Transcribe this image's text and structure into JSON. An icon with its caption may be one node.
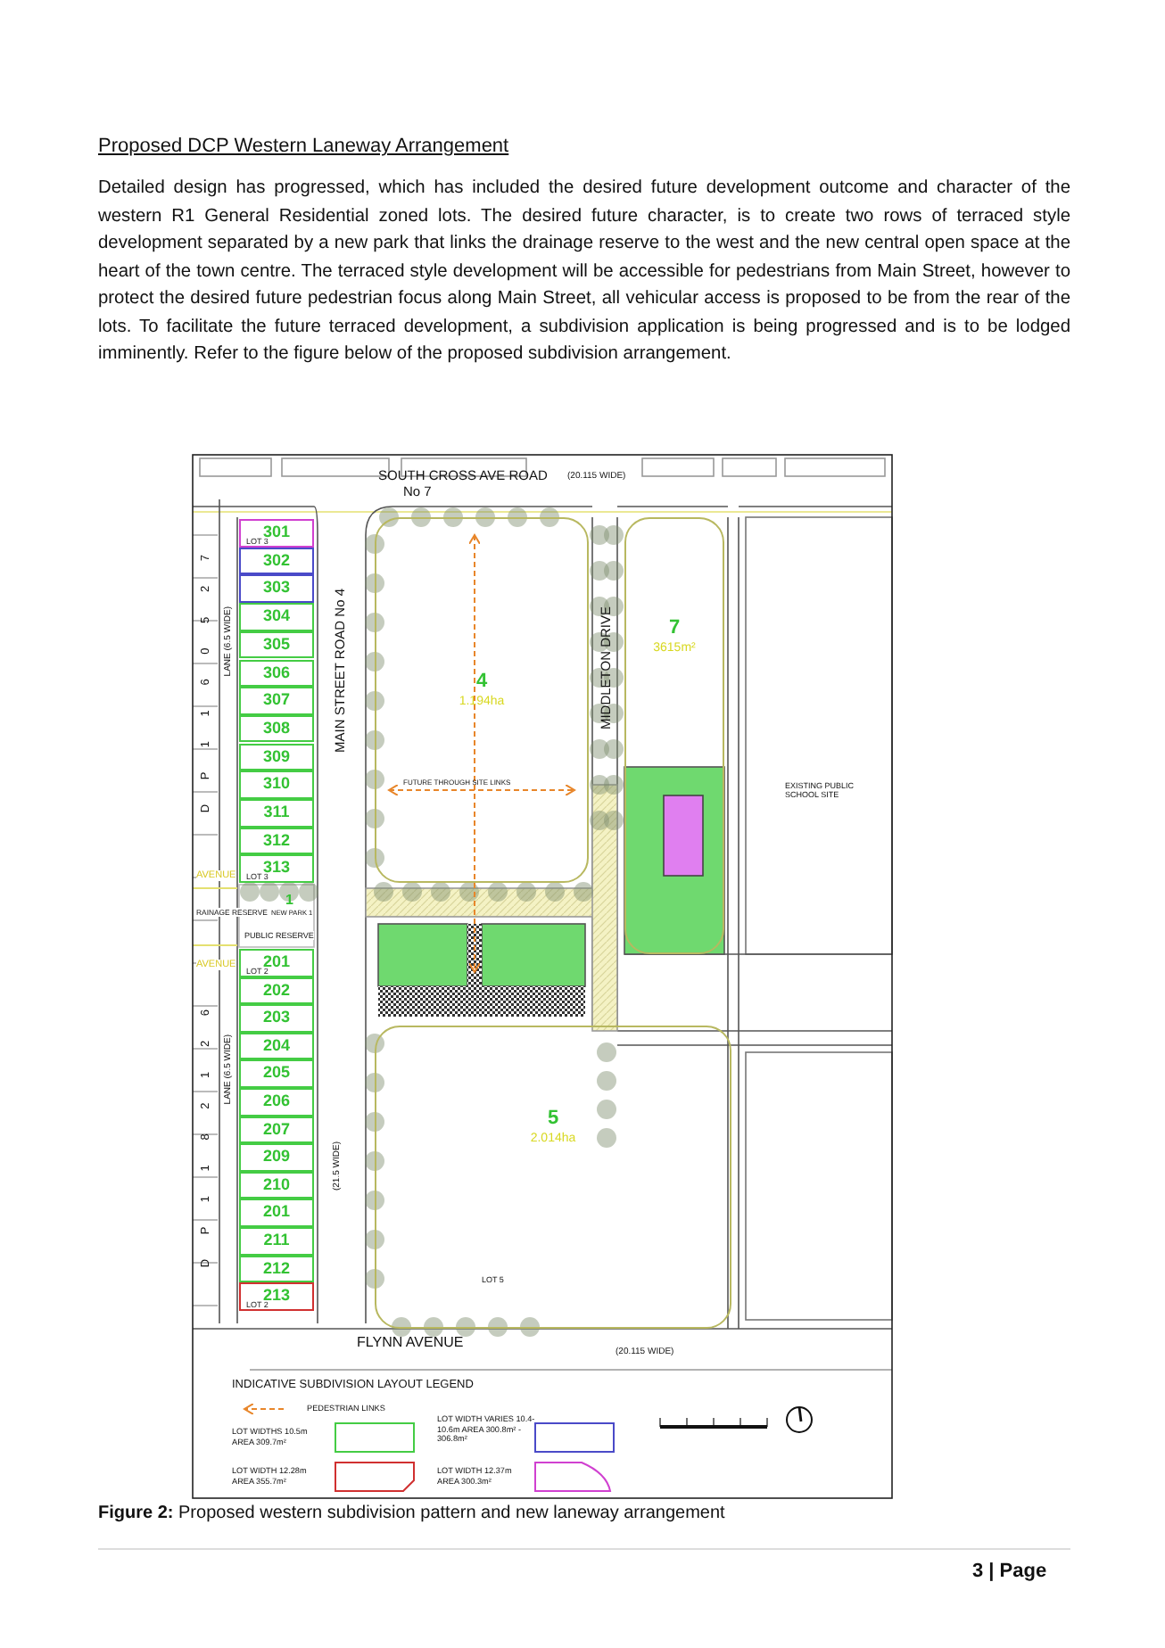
{
  "diagram": {
    "title": "Proposed DCP Western Laneway Arrangement",
    "caption": "**Figure 2:** Proposed western subdivision pattern and new laneway arrangement",
    "nodes": [
      {
        "text": [
          "301",
          "LOT 3"
        ]
      },
      {
        "text": [
          "302"
        ]
      },
      {
        "text": [
          "303"
        ]
      },
      {
        "text": [
          "304"
        ]
      },
      {
        "text": [
          "305"
        ]
      },
      {
        "text": [
          "306"
        ]
      },
      {
        "text": [
          "307"
        ]
      },
      {
        "text": [
          "308"
        ]
      },
      {
        "text": [
          "309"
        ]
      },
      {
        "text": [
          "310"
        ]
      },
      {
        "text": [
          "311"
        ]
      },
      {
        "text": [
          "312"
        ]
      },
      {
        "text": [
          "313",
          "LOT 3"
        ]
      },
      {
        "text": [
          "201",
          "LOT 2"
        ]
      },
      {
        "text": [
          "202"
        ]
      },
      {
        "text": [
          "203"
        ]
      },
      {
        "text": [
          "204"
        ]
      },
      {
        "text": [
          "205"
        ]
      },
      {
        "text": [
          "206"
        ]
      },
      {
        "text": [
          "207"
        ]
      },
      {
        "text": [
          "209"
        ]
      },
      {
        "text": [
          "210"
        ]
      },
      {
        "text": [
          "201"
        ]
      },
      {
        "text": [
          "211"
        ]
      },
      {
        "text": [
          "212"
        ]
      },
      {
        "text": [
          "213",
          "LOT 2"
        ]
      },
      {
        "text": [
          "4",
          "1.194ha"
        ]
      },
      {
        "text": [
          "7",
          "3615m²"
        ]
      },
      {
        "text": [
          "5",
          "2.014ha"
        ]
      }
    ],
    "labels": [
      "Detailed design has progressed, which has included the desired future development outcome and character of the western R1 General Residential zoned lots. The desired future character, is to create two rows of terraced style development separated by a new park that links the drainage reserve to the west and the new central open space at the heart of the town centre. The terraced style development will be accessible for pedestrians from Main Street, however to protect the desired future pedestrian focus along Main Street, all vehicular access is proposed to be from the rear of the lots. To facilitate the future terraced development, a subdivision application is being progressed and is to be lodged imminently. Refer to the figure below of the proposed subdivision arrangement.",
      "SOUTH CROSS AVE ROAD",
      "No 7",
      "(20.115 WIDE)",
      "D P 1 1 6 0 5 2 7",
      "LANE (6.5 WIDE)",
      "MAIN STREET ROAD No 4",
      "(21.5 WIDE)",
      "MIDDLETON DRIVE",
      "FUTURE THROUGH SITE LINKS",
      "EXISTING PUBLIC SCHOOL SITE",
      "AVENUE",
      "RAINAGE RESERVE",
      "1",
      "NEW PARK 1",
      "PUBLIC RESERVE",
      "AVENUE",
      "D P 1 1 8 2 1 2 6",
      "LANE (6.5 WIDE)",
      "LOT 5",
      "FLYNN AVENUE",
      "(20.115 WIDE)",
      "INDICATIVE SUBDIVISION LAYOUT LEGEND",
      "3 | Page"
    ],
    "legend": [
      {
        "text": "PEDESTRIAN LINKS"
      },
      {
        "text": "LOT WIDTHS 10.5m AREA 309.7m²"
      },
      {
        "text": "LOT WIDTH VARIES 10.4-10.6m AREA 300.8m² - 306.8m²"
      },
      {
        "text": "LOT WIDTH 12.28m AREA 355.7m²"
      },
      {
        "text": "LOT WIDTH 12.37m AREA 300.3m²"
      }
    ]
  }
}
